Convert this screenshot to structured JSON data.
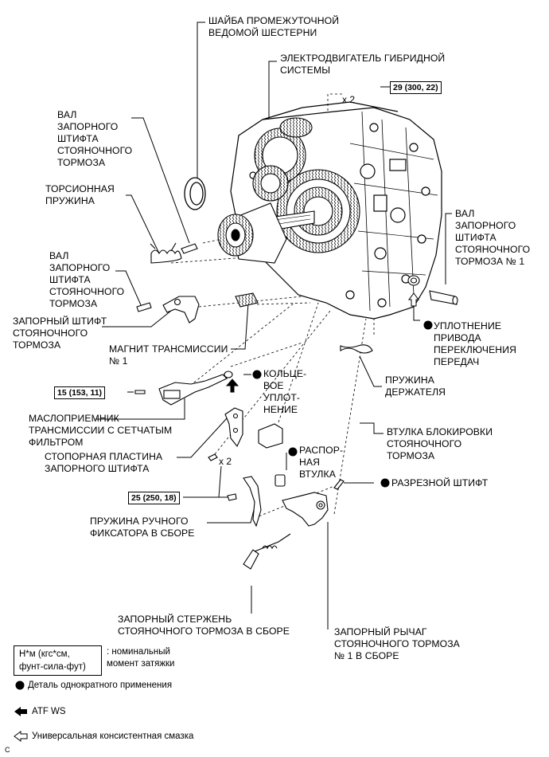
{
  "labels": {
    "idler_washer": "ШАЙБА ПРОМЕЖУТОЧНОЙ\nВЕДОМОЙ ШЕСТЕРНИ",
    "hybrid_motor": "ЭЛЕКТРОДВИГАТЕЛЬ ГИБРИДНОЙ\nСИСТЕМЫ",
    "pawl_shaft_left": "ВАЛ\nЗАПОРНОГО\nШТИФТА\nСТОЯНОЧНОГО\nТОРМОЗА",
    "torsion_spring": "ТОРСИОННАЯ\nПРУЖИНА",
    "pawl_shaft_mid": "ВАЛ\nЗАПОРНОГО\nШТИФТА\nСТОЯНОЧНОГО\nТОРМОЗА",
    "parking_pawl": "ЗАПОРНЫЙ ШТИФТ\nСТОЯНОЧНОГО\nТОРМОЗА",
    "magnet": "МАГНИТ ТРАНСМИССИИ\n№ 1",
    "pawl_shaft_right": "ВАЛ\nЗАПОРНОГО\nШТИФТА\nСТОЯНОЧНОГО\nТОРМОЗА № 1",
    "shift_seal": "УПЛОТНЕНИЕ\nПРИВОДА\nПЕРЕКЛЮЧЕНИЯ\nПЕРЕДАЧ",
    "holder_spring": "ПРУЖИНА\nДЕРЖАТЕЛЯ",
    "o_ring": "КОЛЬЦЕ-\nВОЕ\nУПЛОТ-\nНЕНИЕ",
    "oil_strainer": "МАСЛОПРИЕМНИК\nТРАНСМИССИИ С СЕТЧАТЫМ\nФИЛЬТРОМ",
    "lock_sleeve": "ВТУЛКА БЛОКИРОВКИ\nСТОЯНОЧНОГО\nТОРМОЗА",
    "stopper_plate": "СТОПОРНАЯ ПЛАСТИНА\nЗАПОРНОГО ШТИФТА",
    "spacer": "РАСПОР-\nНАЯ\nВТУЛКА",
    "slotted_pin": "РАЗРЕЗНОЙ ШТИФТ",
    "detent_spring": "ПРУЖИНА РУЧНОГО\nФИКСАТОРА В СБОРЕ",
    "lock_rod": "ЗАПОРНЫЙ СТЕРЖЕНЬ\nСТОЯНОЧНОГО ТОРМОЗА В СБОРЕ",
    "lock_lever": "ЗАПОРНЫЙ РЫЧАГ\nСТОЯНОЧНОГО ТОРМОЗА\n№ 1 В СБОРЕ"
  },
  "torques": {
    "t1": "29 (300, 22)",
    "t2": "15 (153, 11)",
    "t3": "25 (250, 18)"
  },
  "quantities": {
    "q1": "x 2",
    "q2": "x 2"
  },
  "legend": {
    "box_text": "Н*м (кгс*см,\nфунт-сила-фут)",
    "box_desc": ": номинальный\nмомент затяжки",
    "single_use": "Деталь однократного применения",
    "atf": "ATF WS",
    "grease": "Универсальная консистентная смазка"
  },
  "corner_mark": "C"
}
